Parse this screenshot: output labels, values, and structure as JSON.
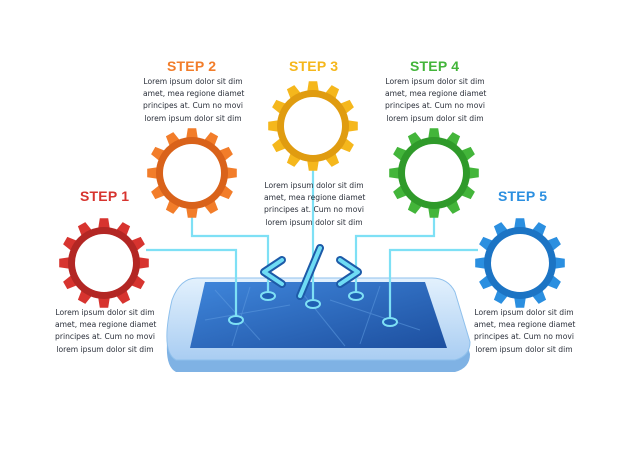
{
  "steps": [
    {
      "title": "STEP 1",
      "color": "#d7342f",
      "color_dark": "#b32724",
      "lines": [
        "Lorem ipsum dolor sit dim",
        "amet, mea regione diamet",
        "principes at. Cum no movi",
        "lorem ipsum dolor sit dim"
      ]
    },
    {
      "title": "STEP 2",
      "color": "#f27d2a",
      "color_dark": "#d9621a",
      "lines": [
        "Lorem ipsum dolor sit dim",
        "amet, mea regione diamet",
        "principes at. Cum no movi",
        "lorem ipsum dolor sit dim"
      ]
    },
    {
      "title": "STEP 3",
      "color": "#f5b71c",
      "color_dark": "#e09c10",
      "lines": [
        "Lorem ipsum dolor sit dim",
        "amet, mea regione diamet",
        "principes at. Cum no movi",
        "lorem ipsum dolor sit dim"
      ]
    },
    {
      "title": "STEP 4",
      "color": "#43b53a",
      "color_dark": "#2f9a2a",
      "lines": [
        "Lorem ipsum dolor sit dim",
        "amet, mea regione diamet",
        "principes at. Cum no movi",
        "lorem ipsum dolor sit dim"
      ]
    },
    {
      "title": "STEP 5",
      "color": "#2b8fe0",
      "color_dark": "#1c74c4",
      "lines": [
        "Lorem ipsum dolor sit dim",
        "amet, mea regione diamet",
        "principes at. Cum no movi",
        "lorem ipsum dolor sit dim"
      ]
    }
  ],
  "colors": {
    "connector": "#7ee0f5",
    "tablet_frame": "#bcdcf7",
    "tablet_side": "#7fb2e4",
    "screen": "#2f6fc7",
    "code_symbol": "#6fdcf4"
  },
  "icons": {
    "center": "code-brackets-icon",
    "gear": "gear-icon"
  }
}
